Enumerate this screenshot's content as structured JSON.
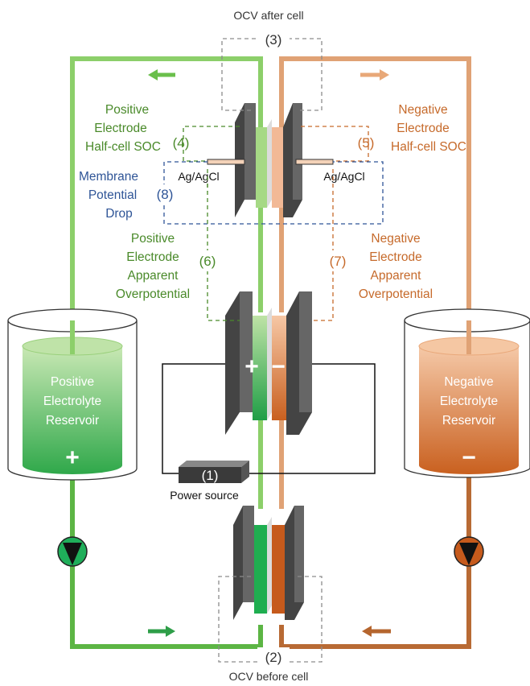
{
  "colors": {
    "positive": "#6abf4b",
    "positive_text": "#4a8a2a",
    "negative": "#c9763a",
    "negative_text": "#c66a2b",
    "membrane_text": "#2f5597",
    "electrode": "#595959",
    "dash_gray": "#8c8c8c"
  },
  "labels": {
    "ocv_after": "OCV after cell",
    "ocv_before": "OCV before cell",
    "power_source": "Power source",
    "ref_left": "Ag/AgCl",
    "ref_right": "Ag/AgCl",
    "pos_half_cell": [
      "Positive",
      "Electrode",
      "Half-cell SOC"
    ],
    "neg_half_cell": [
      "Negative",
      "Electrode",
      "Half-cell SOC"
    ],
    "membrane": [
      "Membrane",
      "Potential",
      "Drop"
    ],
    "pos_overpotential": [
      "Positive",
      "Electrode",
      "Apparent",
      "Overpotential"
    ],
    "neg_overpotential": [
      "Negative",
      "Electrode",
      "Apparent",
      "Overpotential"
    ],
    "pos_reservoir": [
      "Positive",
      "Electrolyte",
      "Reservoir"
    ],
    "neg_reservoir": [
      "Negative",
      "Electrolyte",
      "Reservoir"
    ]
  },
  "numbers": {
    "n1": "(1)",
    "n2": "(2)",
    "n3": "(3)",
    "n4": "(4)",
    "n5": "(5)",
    "n6": "(6)",
    "n7": "(7)",
    "n8": "(8)"
  },
  "signs": {
    "plus": "+",
    "minus": "−"
  }
}
